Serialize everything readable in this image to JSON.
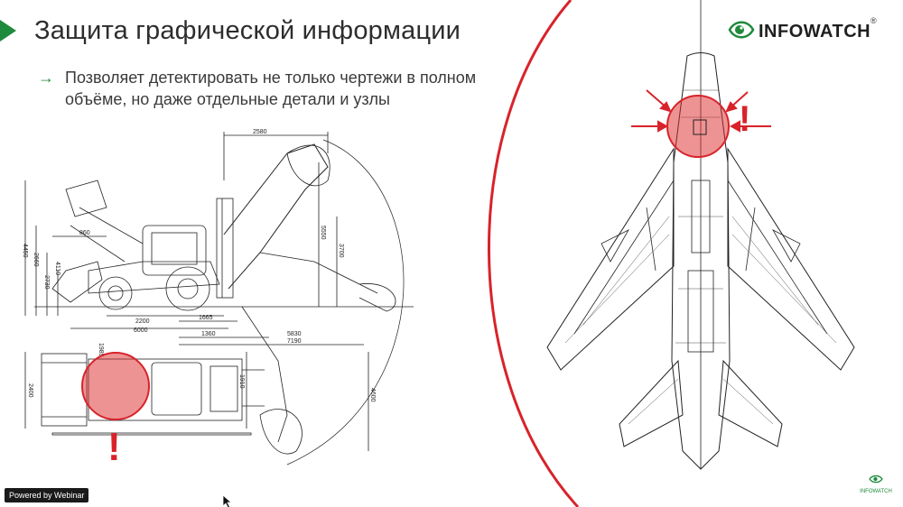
{
  "slide": {
    "title": "Защита графической информации",
    "bullet_text": "Позволяет детектировать не только чертежи в полном объёме, но даже отдельные детали и узлы",
    "bullet_marker": "→"
  },
  "logo": {
    "brand": "INFOWATCH",
    "reg": "®",
    "small_brand": "INFOWATCH"
  },
  "backhoe": {
    "dims": [
      "2580",
      "5550",
      "3700",
      "4450",
      "2660",
      "2730",
      "860",
      "4110",
      "2200",
      "1665",
      "6000",
      "1360",
      "5830",
      "7190",
      "1985",
      "2400",
      "1910",
      "4600"
    ]
  },
  "alert": {
    "left_mark": "!",
    "right_mark": "!"
  },
  "footer": {
    "powered_by": "Powered by Webinar"
  },
  "colors": {
    "accent_green": "#1e8a3c",
    "alert_red": "#d8232a",
    "highlight_fill": "rgba(220,40,40,0.55)"
  },
  "icons": [
    "arrow-right-icon",
    "infowatch-eye-icon",
    "mouse-cursor-icon"
  ]
}
